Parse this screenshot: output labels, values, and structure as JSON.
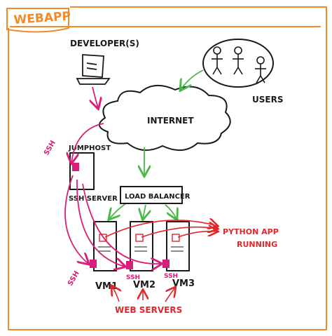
{
  "title": "WEBAPP",
  "labels": {
    "developers": "DEVELOPER(S)",
    "users": "USERS",
    "internet": "INTERNET",
    "jumphost": "JUMPHOST",
    "ssh_server": "SSH SERVER",
    "ssh_top": "SSH",
    "ssh_bottom_left": "SSH",
    "ssh_vm2": "SSH",
    "ssh_vm3": "SSH",
    "load_balancer": "LOAD BALANCER",
    "python_app_line1": "PYTHON APP",
    "python_app_line2": "RUNNING",
    "vm1": "VM1",
    "vm2": "VM2",
    "vm3": "VM3",
    "web_servers": "WEB SERVERS"
  },
  "colors": {
    "frame": "#f08a2a",
    "ink": "#1a1a1a",
    "green_arrow": "#4cb84a",
    "ssh_arrow": "#d8207a",
    "app_arrow": "#e0282c"
  }
}
